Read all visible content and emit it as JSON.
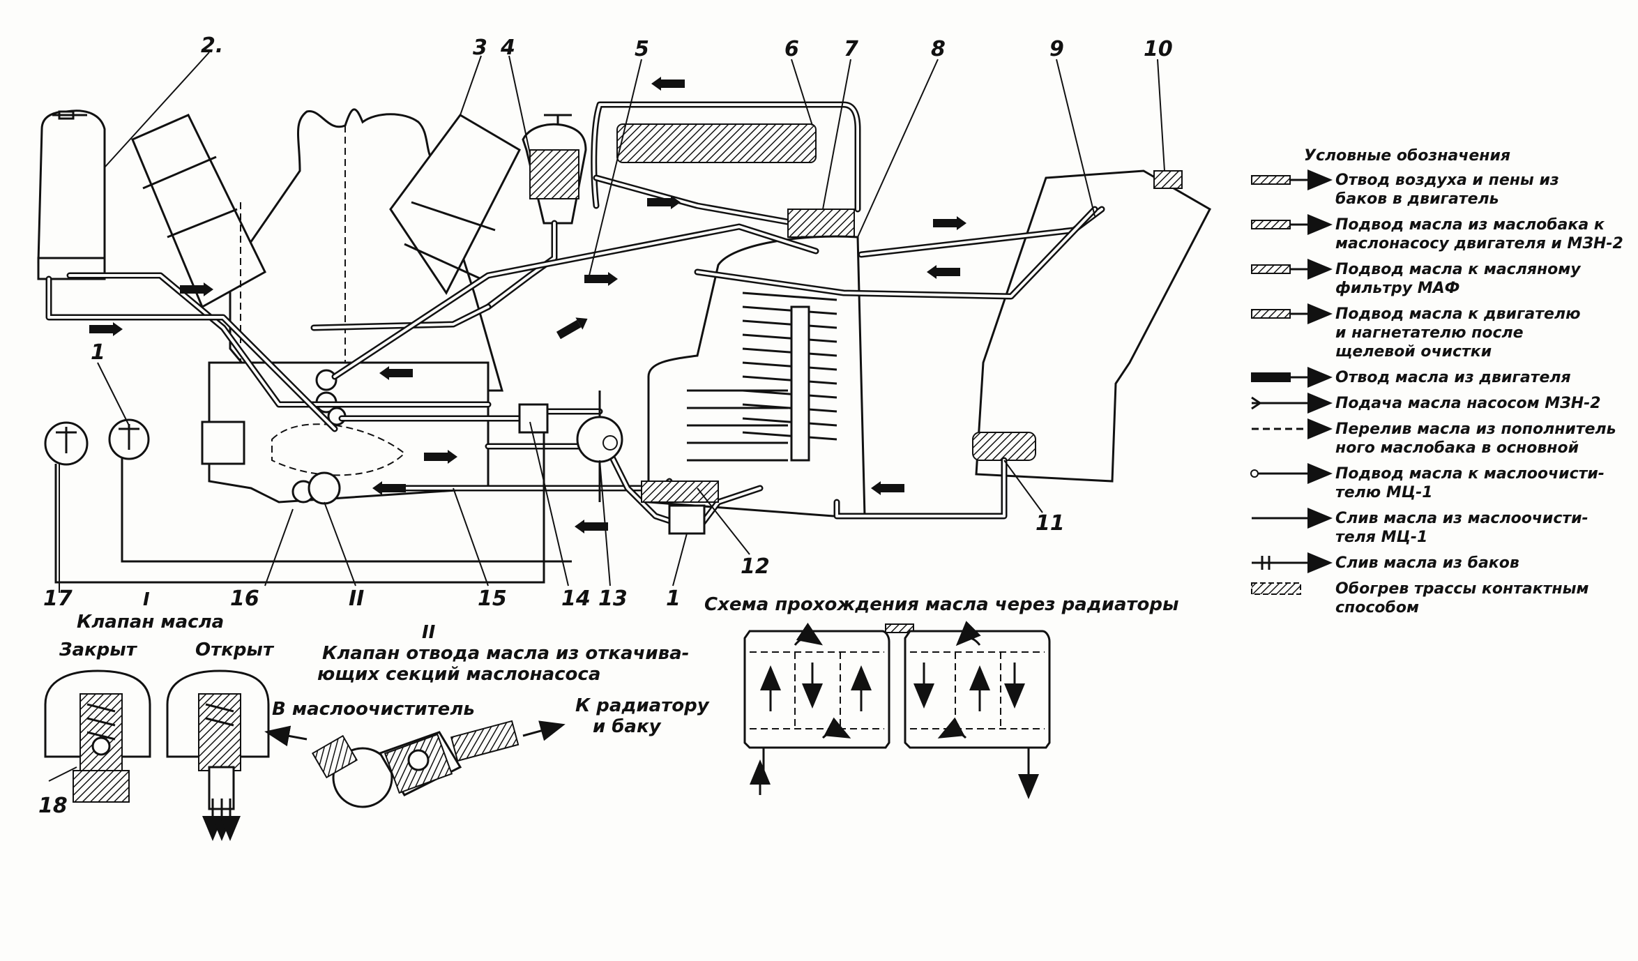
{
  "callouts": [
    "1",
    "2.",
    "3",
    "4",
    "5",
    "6",
    "7",
    "8",
    "9",
    "10",
    "11",
    "12",
    "13",
    "14",
    "15",
    "16",
    "II",
    "17",
    "1",
    "18"
  ],
  "legend": {
    "title": "Условные обозначения",
    "items": [
      {
        "lines": [
          "Отвод воздуха и пены из",
          "баков в двигатель"
        ]
      },
      {
        "lines": [
          "Подвод масла из маслобака к",
          "маслонасосу двигателя и МЗН-2"
        ]
      },
      {
        "lines": [
          "Подвод масла к масляному",
          "фильтру МАФ"
        ]
      },
      {
        "lines": [
          "Подвод масла к двигателю",
          "и нагнетателю после",
          "щелевой очистки"
        ]
      },
      {
        "lines": [
          "Отвод масла из двигателя"
        ]
      },
      {
        "lines": [
          "Подача масла насосом МЗН-2"
        ]
      },
      {
        "lines": [
          "Перелив масла из пополнитель",
          "ного маслобака в основной"
        ]
      },
      {
        "lines": [
          "Подвод масла к маслоочисти-",
          "телю МЦ-1"
        ]
      },
      {
        "lines": [
          "Слив масла из маслоочисти-",
          "теля МЦ-1"
        ]
      },
      {
        "lines": [
          "Слив масла из баков"
        ]
      },
      {
        "lines": [
          "Обогрев трассы контактным",
          "способом"
        ]
      }
    ]
  },
  "valve1": {
    "roman": "I",
    "title": "Клапан масла",
    "closed": "Закрыт",
    "open": "Открыт"
  },
  "valve2": {
    "roman": "II",
    "title_lines": [
      "Клапан отвода масла из откачива-",
      "ющих секций маслонасоса"
    ],
    "to_cleaner": "В маслоочиститель",
    "to_radiator_lines": [
      "К радиатору",
      "и баку"
    ]
  },
  "radiator_scheme": {
    "title": "Схема прохождения масла через радиаторы"
  }
}
